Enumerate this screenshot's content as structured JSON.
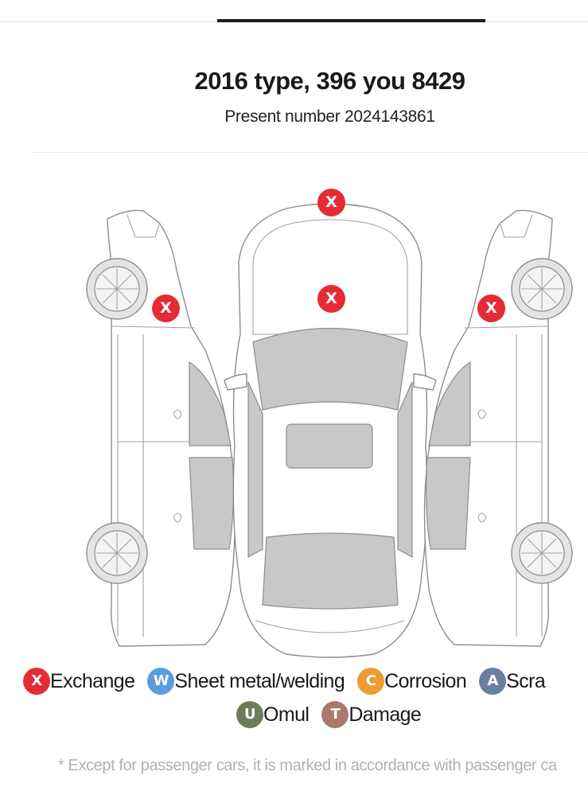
{
  "header": {
    "title": "2016 type, 396 you 8429",
    "subtitle": "Present number 2024143861"
  },
  "diagram": {
    "marks": [
      {
        "id": "roof-front",
        "symbol": "X"
      },
      {
        "id": "hood",
        "symbol": "X"
      },
      {
        "id": "left-front-fender",
        "symbol": "X"
      },
      {
        "id": "right-front-fender",
        "symbol": "X"
      }
    ]
  },
  "legend": {
    "row1": [
      {
        "symbol": "X",
        "label": "Exchange",
        "color": "#e52b35"
      },
      {
        "symbol": "W",
        "label": "Sheet metal/welding",
        "color": "#5b9be0"
      },
      {
        "symbol": "C",
        "label": "Corrosion",
        "color": "#ef9b33"
      },
      {
        "symbol": "A",
        "label": "Scra",
        "color": "#6b7fa0"
      }
    ],
    "row2": [
      {
        "symbol": "U",
        "label": "Omul",
        "color": "#6f7c5a"
      },
      {
        "symbol": "T",
        "label": "Damage",
        "color": "#a87b6d"
      }
    ]
  },
  "footer": {
    "note": "* Except for passenger cars, it is marked in accordance with passenger ca"
  }
}
